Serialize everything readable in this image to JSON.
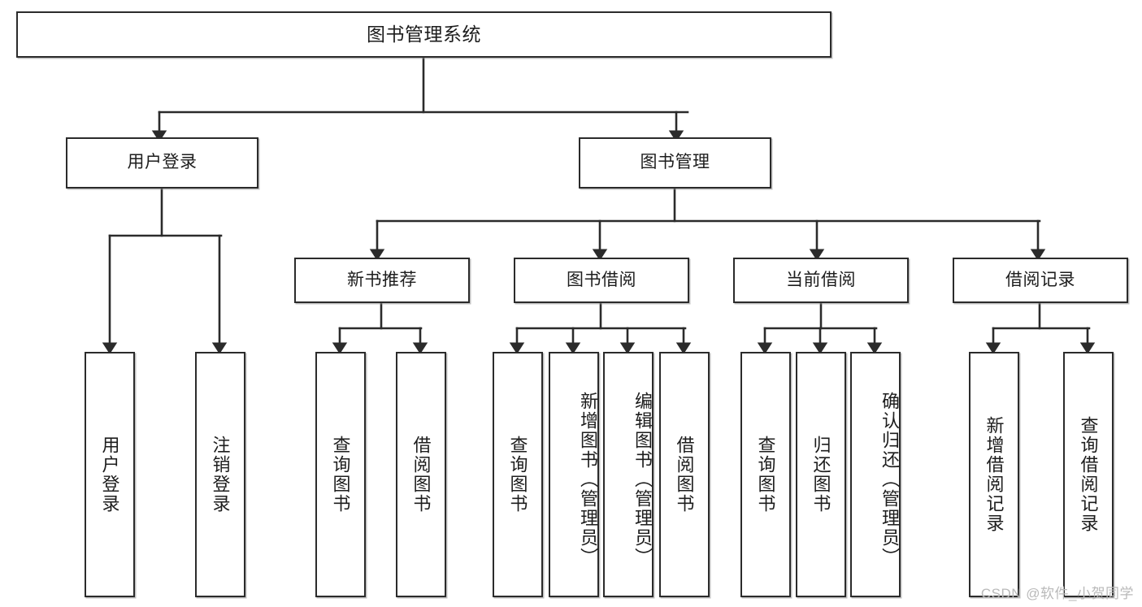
{
  "diagram": {
    "title": "图书管理系统",
    "type": "hierarchy-tree",
    "watermark": "CSDN @软件_小贺同学",
    "colors": {
      "background": "#ffffff",
      "box_border": "#2b2b2b",
      "box_fill": "#ffffff",
      "text": "#1d1d1d",
      "connector": "#2b2b2b",
      "watermark": "#b9b9b9"
    },
    "levels": {
      "level1": "系统",
      "level2": "模块",
      "level3": "子模块",
      "level4": "功能"
    },
    "nodes": {
      "root": {
        "label": "图书管理系统",
        "orientation": "horizontal"
      },
      "level2": [
        {
          "id": "user-login",
          "label": "用户登录",
          "orientation": "horizontal"
        },
        {
          "id": "book-manage",
          "label": "图书管理",
          "orientation": "horizontal"
        }
      ],
      "level3": [
        {
          "id": "new-book-recommend",
          "label": "新书推荐",
          "orientation": "horizontal",
          "parent": "book-manage"
        },
        {
          "id": "book-borrow",
          "label": "图书借阅",
          "orientation": "horizontal",
          "parent": "book-manage"
        },
        {
          "id": "current-borrow",
          "label": "当前借阅",
          "orientation": "horizontal",
          "parent": "book-manage"
        },
        {
          "id": "borrow-record",
          "label": "借阅记录",
          "orientation": "horizontal",
          "parent": "book-manage"
        }
      ],
      "leaves": [
        {
          "id": "leaf-user-login",
          "label": "用户登录",
          "orientation": "vertical",
          "parent": "user-login"
        },
        {
          "id": "leaf-user-logout",
          "label": "注销登录",
          "orientation": "vertical",
          "parent": "user-login"
        },
        {
          "id": "leaf-query-book-1",
          "label": "查询图书",
          "orientation": "vertical",
          "parent": "new-book-recommend"
        },
        {
          "id": "leaf-borrow-book-1",
          "label": "借阅图书",
          "orientation": "vertical",
          "parent": "new-book-recommend"
        },
        {
          "id": "leaf-query-book-2",
          "label": "查询图书",
          "orientation": "vertical",
          "parent": "book-borrow"
        },
        {
          "id": "leaf-add-book",
          "label": "新增图书（管理员）",
          "orientation": "vertical",
          "parent": "book-borrow"
        },
        {
          "id": "leaf-edit-book",
          "label": "编辑图书（管理员）",
          "orientation": "vertical",
          "parent": "book-borrow"
        },
        {
          "id": "leaf-borrow-book-2",
          "label": "借阅图书",
          "orientation": "vertical",
          "parent": "book-borrow"
        },
        {
          "id": "leaf-query-book-3",
          "label": "查询图书",
          "orientation": "vertical",
          "parent": "current-borrow"
        },
        {
          "id": "leaf-return-book",
          "label": "归还图书",
          "orientation": "vertical",
          "parent": "current-borrow"
        },
        {
          "id": "leaf-confirm-return",
          "label": "确认归还（管理员）",
          "orientation": "vertical",
          "parent": "current-borrow"
        },
        {
          "id": "leaf-add-record",
          "label": "新增借阅记录",
          "orientation": "vertical",
          "parent": "borrow-record"
        },
        {
          "id": "leaf-query-record",
          "label": "查询借阅记录",
          "orientation": "vertical",
          "parent": "borrow-record"
        }
      ]
    }
  }
}
